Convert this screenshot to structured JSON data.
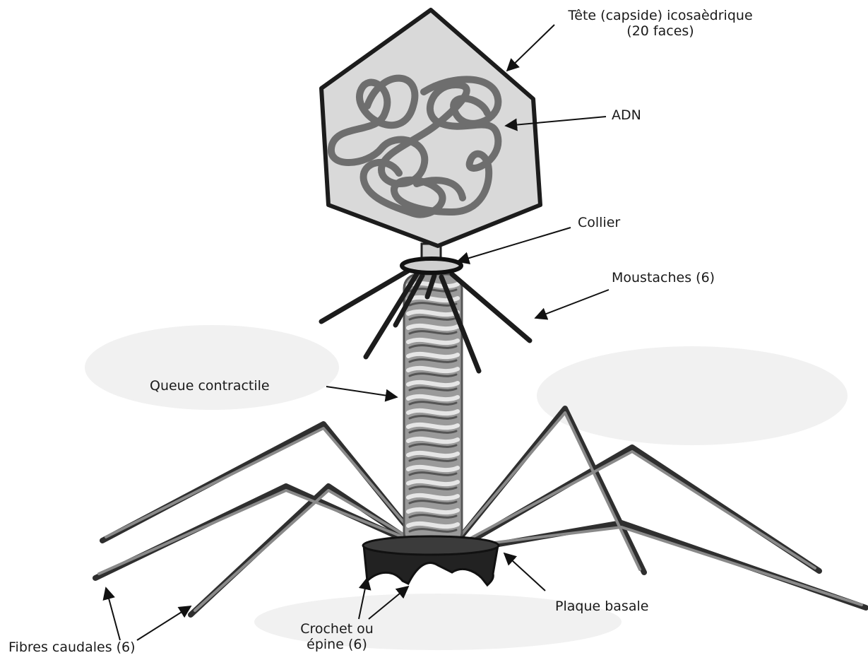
{
  "labels": {
    "head_line1": "Tête (capside) icosaèdrique",
    "head_line2": "(20 faces)",
    "dna": "ADN",
    "collar": "Collier",
    "whiskers": "Moustaches (6)",
    "tail": "Queue contractile",
    "baseplate": "Plaque basale",
    "spike_line1": "Crochet ou",
    "spike_line2": "épine (6)",
    "fibers": "Fibres caudales (6)"
  },
  "colors": {
    "outline": "#1c1c1c",
    "head_fill": "#d9d9d9",
    "dna": "#6e6e6e",
    "tail": "#8a8a8a",
    "fiber": "#3a3a3a",
    "baseplate": "#1f1f1f"
  }
}
